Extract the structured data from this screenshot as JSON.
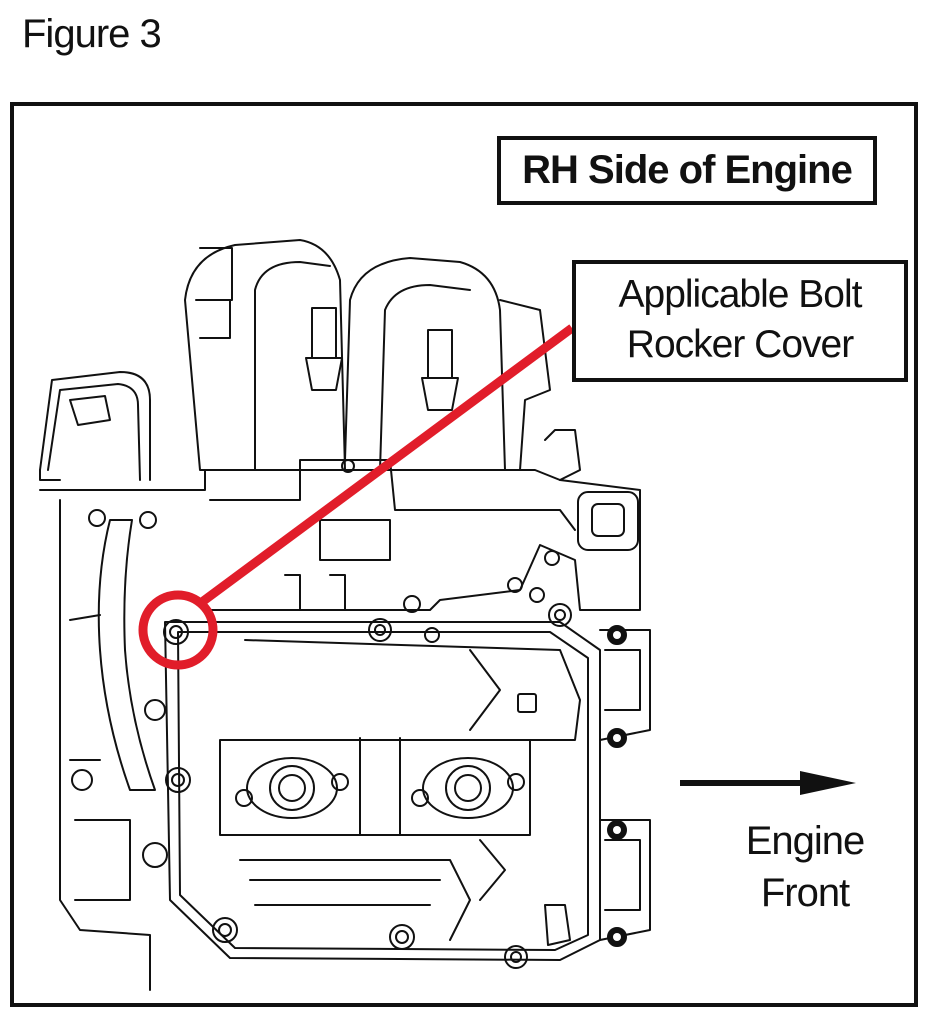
{
  "figure_label": "Figure 3",
  "side_label": "RH Side of Engine",
  "callout": {
    "line1": "Applicable Bolt",
    "line2": "Rocker Cover"
  },
  "direction": {
    "line1": "Engine",
    "line2": "Front"
  },
  "colors": {
    "callout": "#e11d2a",
    "ink": "#111111"
  }
}
